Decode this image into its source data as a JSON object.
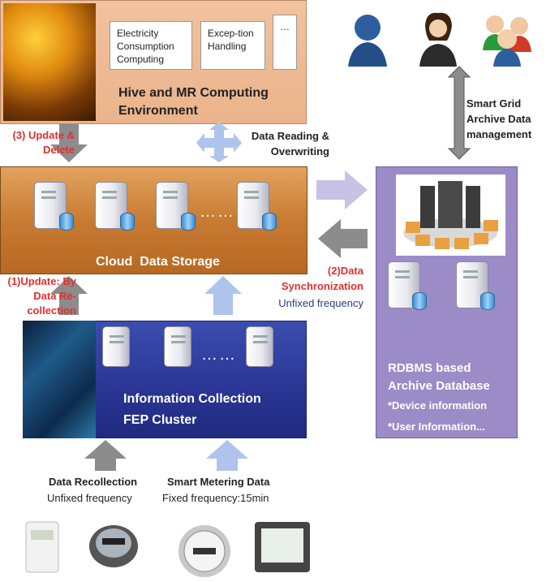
{
  "hive": {
    "cards": [
      "Electricity Consumption Computing",
      "Excep-tion Handling",
      "…"
    ],
    "title": "Hive and MR Computing Environment"
  },
  "labels": {
    "update_delete": "(3) Update & Delete",
    "data_reading": "Data Reading & Overwriting",
    "archive_mgmt": "Smart Grid Archive Data management",
    "update_recollect": "(1)Update: By Data Re-collection",
    "sync": "(2)Data Synchronization",
    "sync_freq": "Unfixed frequency",
    "recollection": "Data Recollection",
    "recollection_freq": "Unfixed frequency",
    "metering": "Smart Metering Data",
    "metering_freq": "Fixed frequency:15min"
  },
  "storage": {
    "title": "Cloud  Data Storage",
    "dots": "……"
  },
  "fep": {
    "title": "Information Collection",
    "subtitle": "FEP Cluster",
    "dots": "……"
  },
  "rdbms": {
    "title": "RDBMS based Archive Database",
    "items": [
      "*Device information",
      "*User Information..."
    ]
  },
  "colors": {
    "accent_red": "#e03030",
    "label_blue": "#2b3a8a",
    "arrow_gray": "#8c8c8c",
    "arrow_light": "#aec4ec",
    "arrow_lavender": "#c9c2e6"
  }
}
